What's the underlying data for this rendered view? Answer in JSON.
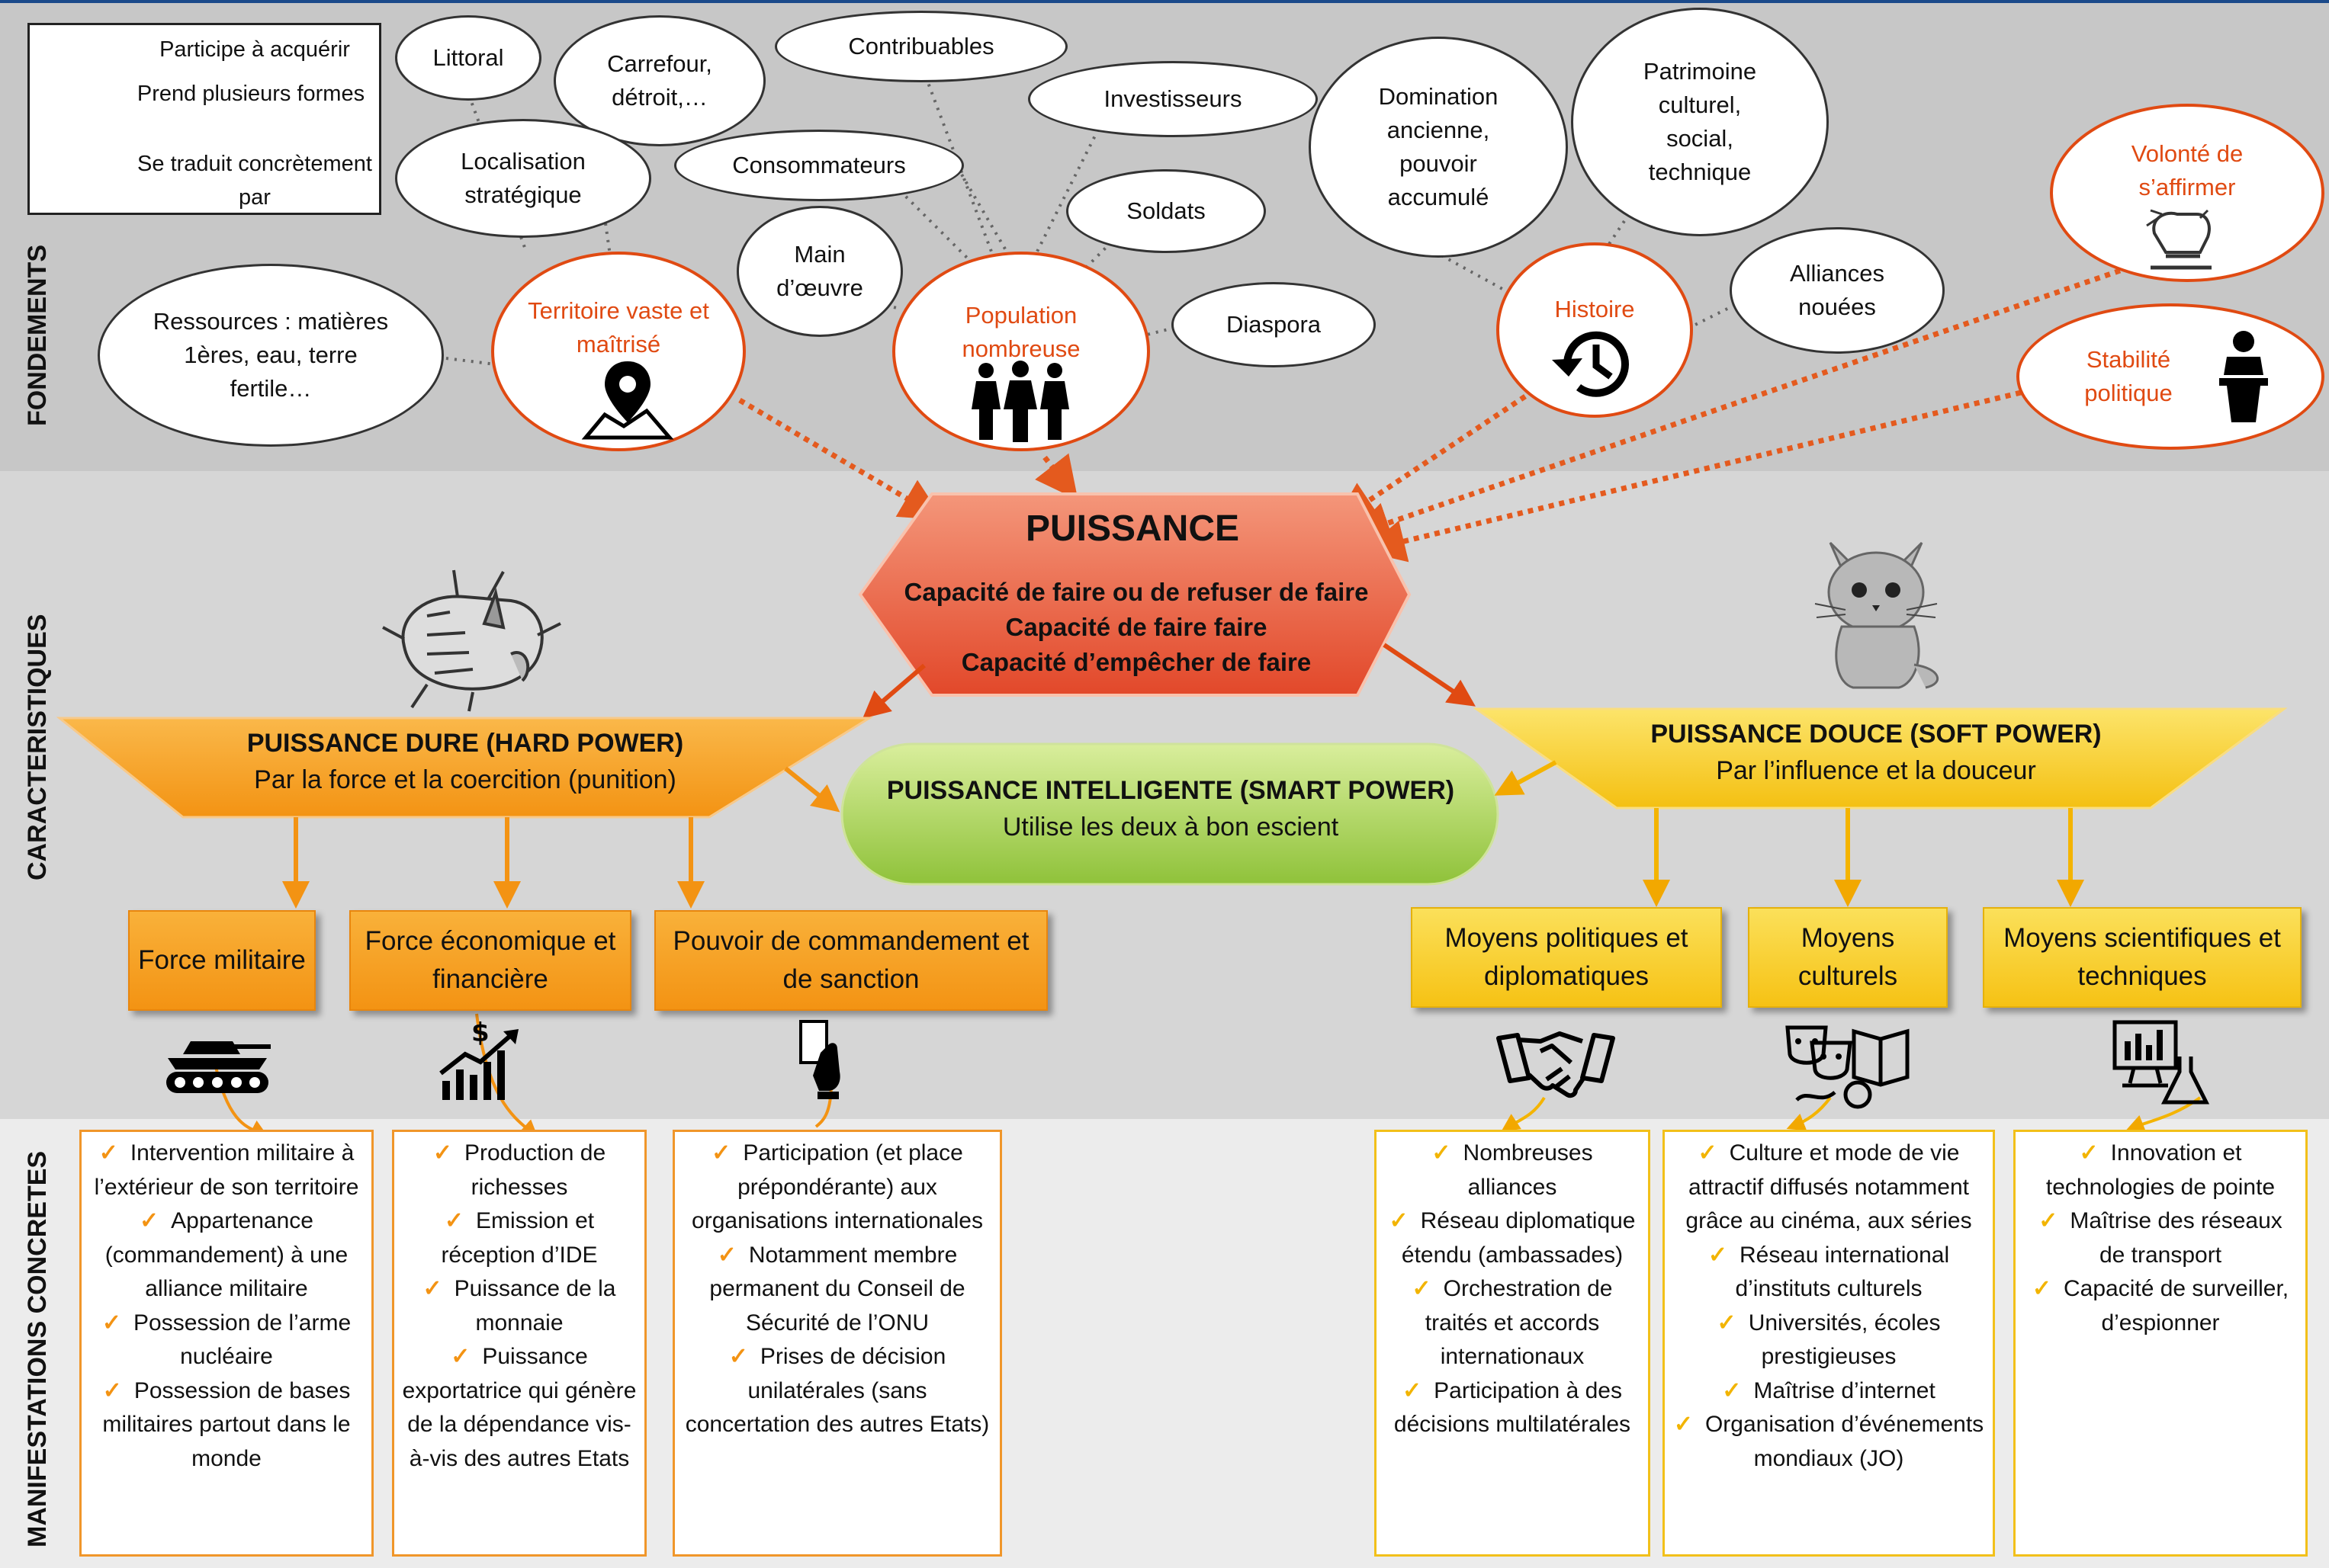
{
  "sections": {
    "fondements": "FONDEMENTS",
    "caracteristiques": "CARACTERISTIQUES",
    "manifestations": "MANIFESTATIONS CONCRETES"
  },
  "legend": [
    "Participe à acquérir",
    "Prend plusieurs formes",
    "Se traduit concrètement par"
  ],
  "fondements": {
    "littoral": "Littoral",
    "carrefour": "Carrefour, détroit,…",
    "localisation": "Localisation stratégique",
    "ressources": "Ressources : matières 1ères, eau, terre fertile…",
    "territoire": "Territoire vaste et maîtrisé",
    "contribuables": "Contribuables",
    "consommateurs": "Consommateurs",
    "investisseurs": "Investisseurs",
    "main_oeuvre": "Main d’œuvre",
    "soldats": "Soldats",
    "diaspora": "Diaspora",
    "population": "Population nombreuse",
    "domination": "Domination ancienne, pouvoir accumulé",
    "patrimoine": "Patrimoine culturel, social, technique",
    "alliances": "Alliances nouées",
    "histoire": "Histoire",
    "volonte": "Volonté de s’affirmer",
    "stabilite": "Stabilité politique"
  },
  "puissance": {
    "title": "PUISSANCE",
    "lines": [
      "Capacité de faire ou de refuser de faire",
      "Capacité de faire faire",
      "Capacité d’empêcher de faire"
    ]
  },
  "hard_power": {
    "title": "PUISSANCE DURE (HARD POWER)",
    "subtitle": "Par la force et la coercition (punition)"
  },
  "soft_power": {
    "title": "PUISSANCE DOUCE (SOFT POWER)",
    "subtitle": "Par l’influence et la douceur"
  },
  "smart_power": {
    "title": "PUISSANCE INTELLIGENTE (SMART POWER)",
    "subtitle": "Utilise les deux à bon escient"
  },
  "sub_boxes": [
    {
      "label": "Force militaire"
    },
    {
      "label": "Force économique et financière"
    },
    {
      "label": "Pouvoir de commandement et de sanction"
    },
    {
      "label": "Moyens politiques et diplomatiques"
    },
    {
      "label": "Moyens culturels"
    },
    {
      "label": "Moyens scientifiques et techniques"
    }
  ],
  "manifestations": [
    {
      "items": [
        "Intervention militaire à l’extérieur de son territoire",
        "Appartenance (commandement) à une alliance militaire",
        "Possession de l’arme nucléaire",
        "Possession de bases militaires partout dans le monde"
      ]
    },
    {
      "items": [
        "Production de richesses",
        "Emission et réception d’IDE",
        "Puissance de la monnaie",
        "Puissance exportatrice qui génère de la dépendance vis-à-vis des autres Etats"
      ]
    },
    {
      "items": [
        "Participation (et place prépondérante) aux organisations internationales",
        "Notamment membre permanent du Conseil de Sécurité de l’ONU",
        "Prises de décision unilatérales (sans concertation des autres Etats)"
      ]
    },
    {
      "items": [
        "Nombreuses alliances",
        "Réseau diplomatique étendu (ambassades)",
        "Orchestration de traités et accords internationaux",
        "Participation à des décisions multilatérales"
      ]
    },
    {
      "items": [
        "Culture et mode de vie attractif diffusés notamment grâce au cinéma, aux séries",
        "Réseau international d’instituts culturels",
        "Universités, écoles prestigieuses",
        "Maîtrise d’internet",
        "Organisation d’événements mondiaux (JO)"
      ]
    },
    {
      "items": [
        "Innovation et technologies de pointe",
        "Maîtrise des réseaux de transport",
        "Capacité de surveiller, d’espionner"
      ]
    }
  ],
  "colors": {
    "accent_orange": "#e04a12",
    "hard_orange": "#f39313",
    "soft_yellow": "#f4c012",
    "smart_green": "#8fc23a"
  }
}
